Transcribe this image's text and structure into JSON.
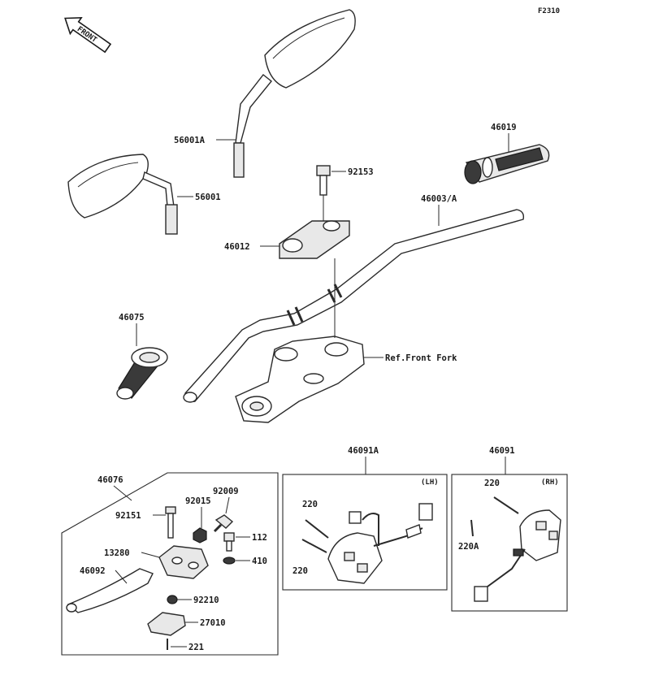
{
  "figure_id": "F2310",
  "front_label": "FRONT",
  "parts": {
    "mirror_right": "56001A",
    "mirror_left": "56001",
    "bolt_92153": "92153",
    "holder_46012": "46012",
    "handlebar": "46003/A",
    "grip_right": "46019",
    "grip_left": "46075",
    "ref_front_fork": "Ref.Front Fork",
    "lever_assy": "46076",
    "bolt_92151": "92151",
    "nut_92015": "92015",
    "screw_92009": "92009",
    "bolt_112": "112",
    "holder_13280": "13280",
    "washer_410": "410",
    "lever_46092": "46092",
    "collar_92210": "92210",
    "clamp_27010": "27010",
    "screw_221": "221",
    "switch_lh": "46091A",
    "switch_lh_side": "(LH)",
    "screw_220_lh_top": "220",
    "screw_220_lh_bottom": "220",
    "switch_rh": "46091",
    "switch_rh_side": "(RH)",
    "screw_220_rh": "220",
    "screw_220a_rh": "220A"
  }
}
